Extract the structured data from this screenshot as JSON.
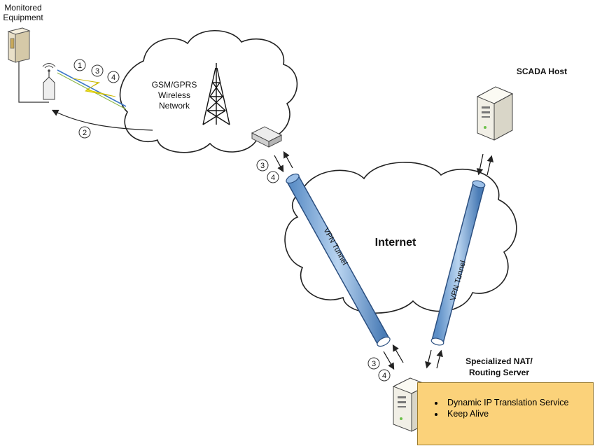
{
  "nodes": {
    "monitored_equipment": "Monitored Equipment",
    "gsm_network": "GSM/GPRS Wireless Network",
    "scada_host": "SCADA Host",
    "internet": "Internet",
    "nat_server": "Specialized NAT/ Routing Server"
  },
  "tunnels": {
    "left": "VPN Tunnel",
    "right": "VPN Tunnel"
  },
  "steps": {
    "s1": "1",
    "s2": "2",
    "s3a": "3",
    "s4a": "4",
    "s3b": "3",
    "s4b": "4",
    "s3c": "3",
    "s4c": "4"
  },
  "services": [
    "Dynamic IP Translation Service",
    "Keep Alive"
  ]
}
